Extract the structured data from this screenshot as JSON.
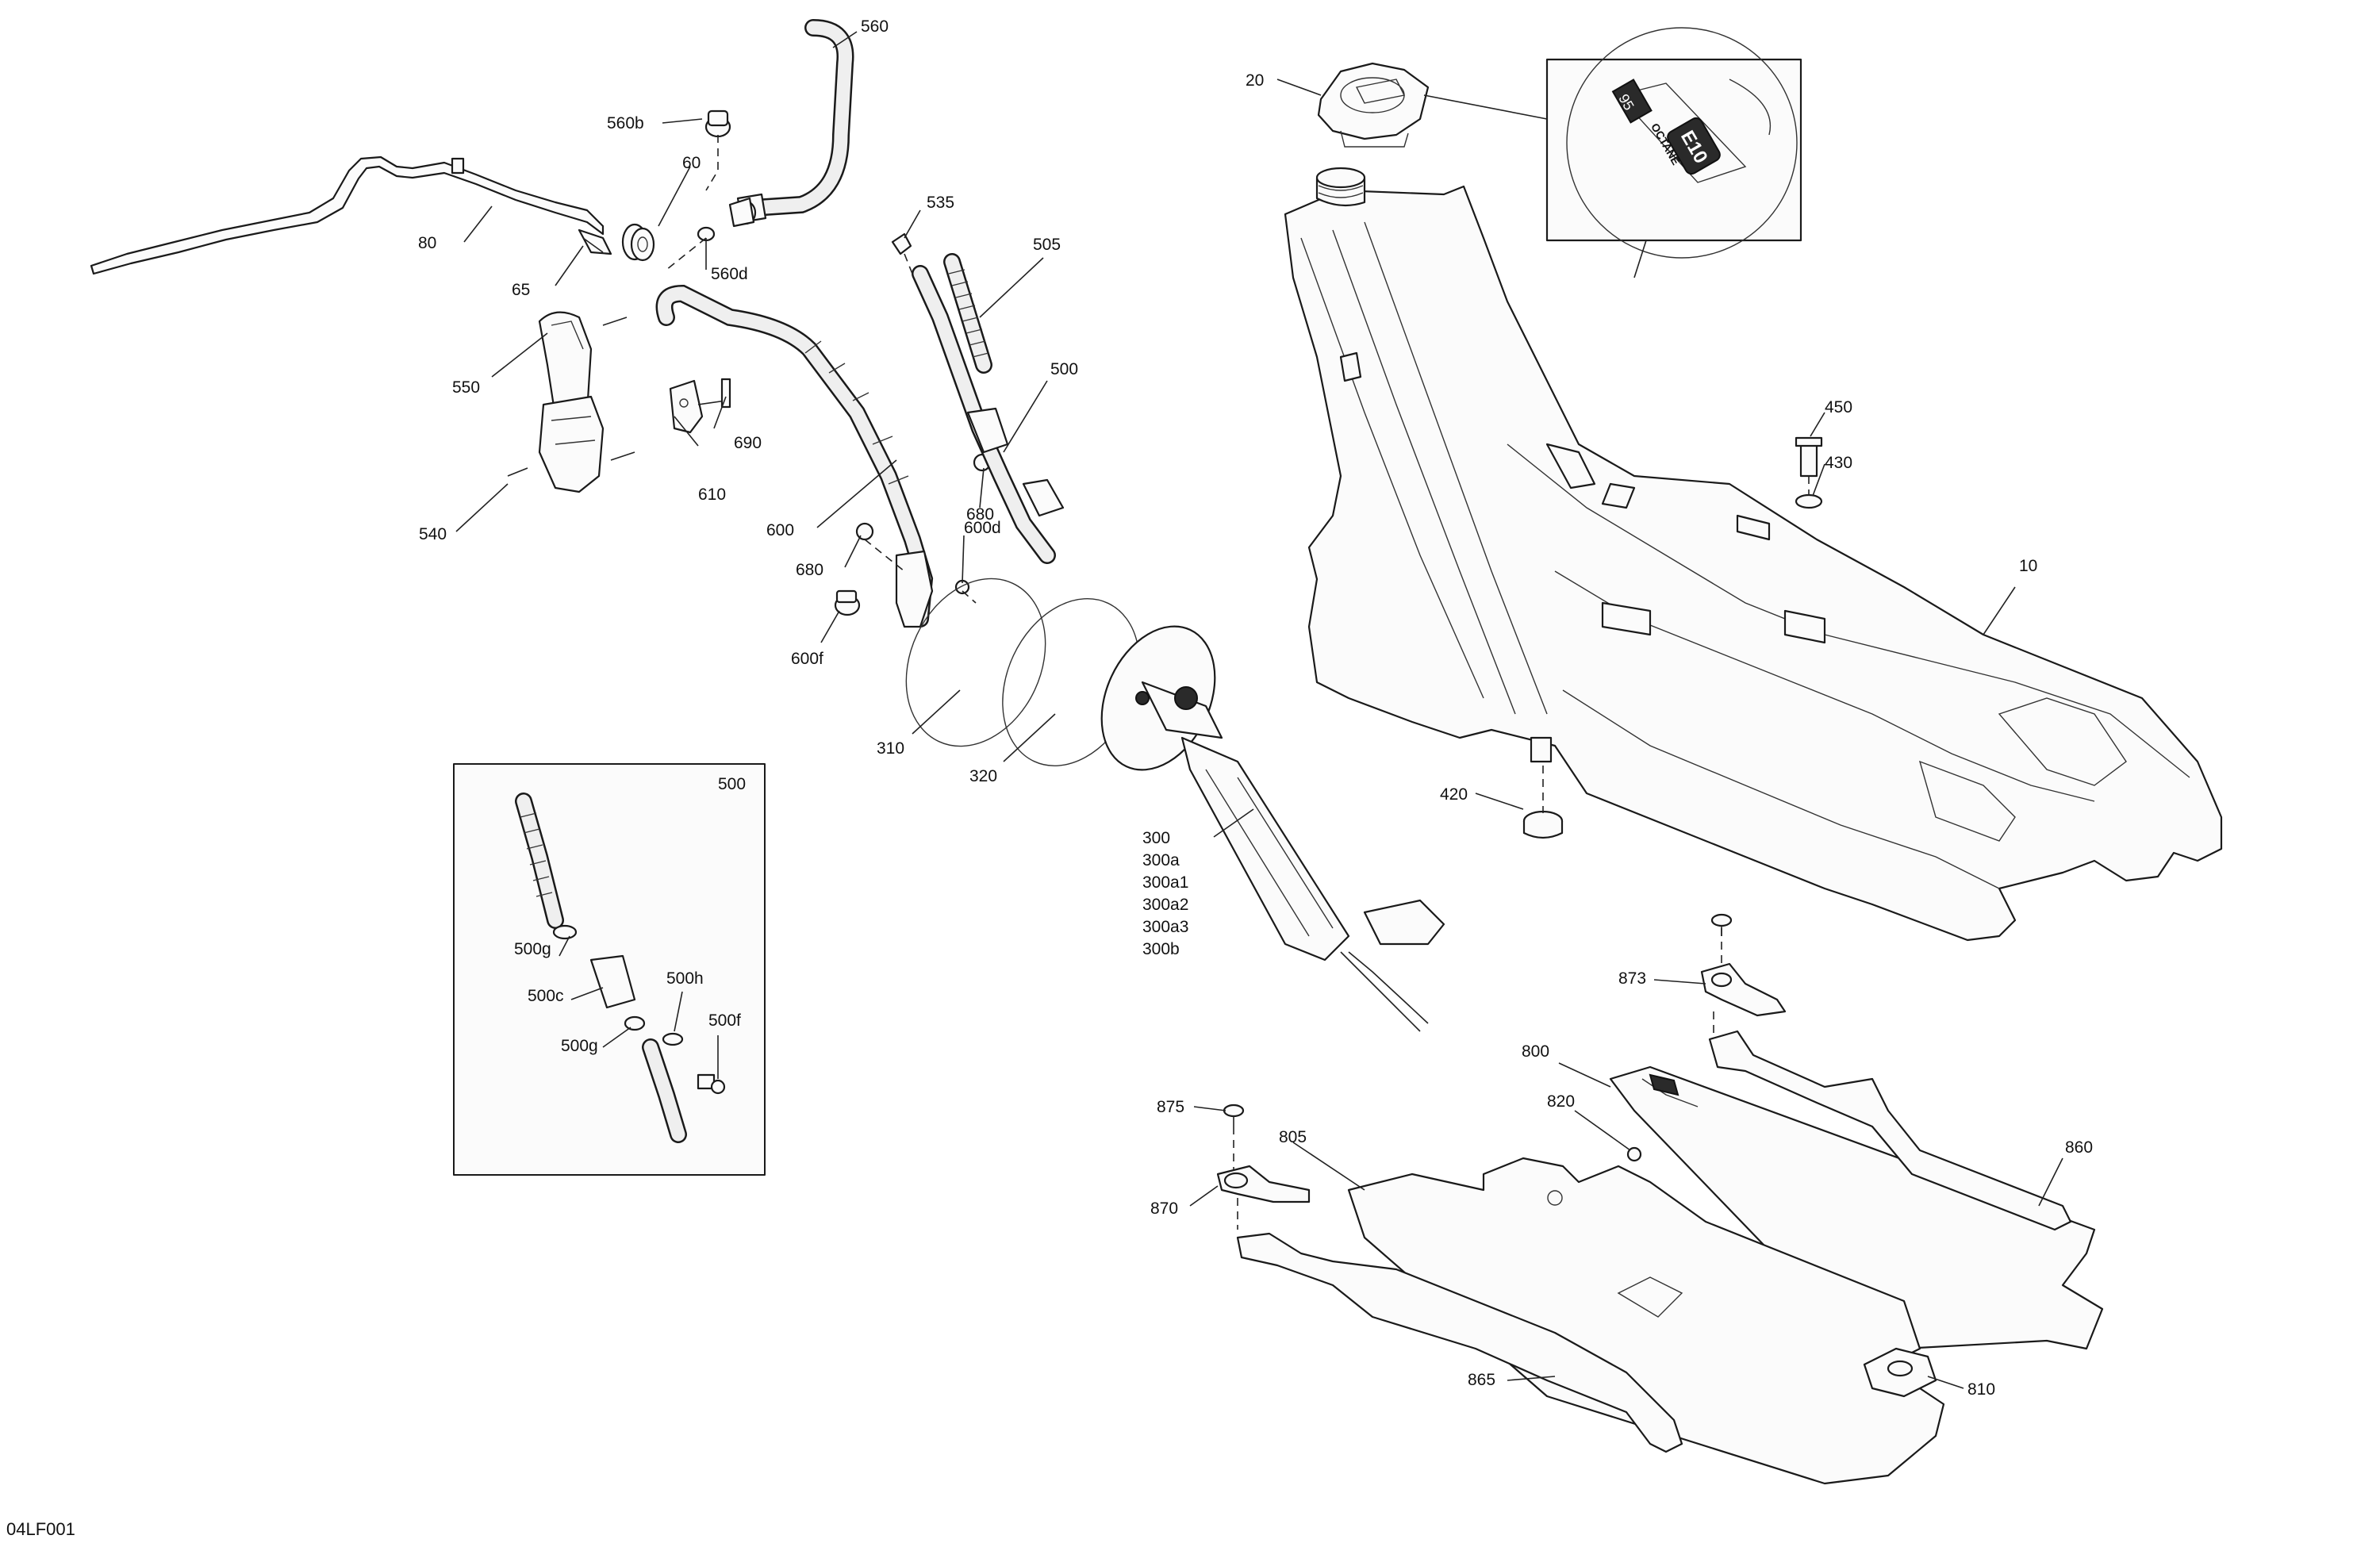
{
  "diagram": {
    "code": "04LF001",
    "inset_title": "500",
    "callouts": {
      "c560": "560",
      "c560b": "560b",
      "c60": "60",
      "c80": "80",
      "c65": "65",
      "c560d": "560d",
      "c20": "20",
      "c535": "535",
      "c505": "505",
      "c500": "500",
      "c550": "550",
      "c690": "690",
      "c610": "610",
      "c540": "540",
      "c600": "600",
      "c680a": "680",
      "c680b": "680",
      "c600d": "600d",
      "c600f": "600f",
      "c310": "310",
      "c320": "320",
      "c450": "450",
      "c430": "430",
      "c10": "10",
      "c420": "420",
      "c300": "300",
      "c300a": "300a",
      "c300a1": "300a1",
      "c300a2": "300a2",
      "c300a3": "300a3",
      "c300b": "300b",
      "c873": "873",
      "c800": "800",
      "c820": "820",
      "c860": "860",
      "c875": "875",
      "c805": "805",
      "c870": "870",
      "c810": "810",
      "c865": "865",
      "c500g1": "500g",
      "c500c": "500c",
      "c500h": "500h",
      "c500f": "500f",
      "c500g2": "500g"
    },
    "cap_detail": {
      "octane_label": "OCTANE",
      "octane_value": "95",
      "ethanol_label": "E10"
    }
  }
}
